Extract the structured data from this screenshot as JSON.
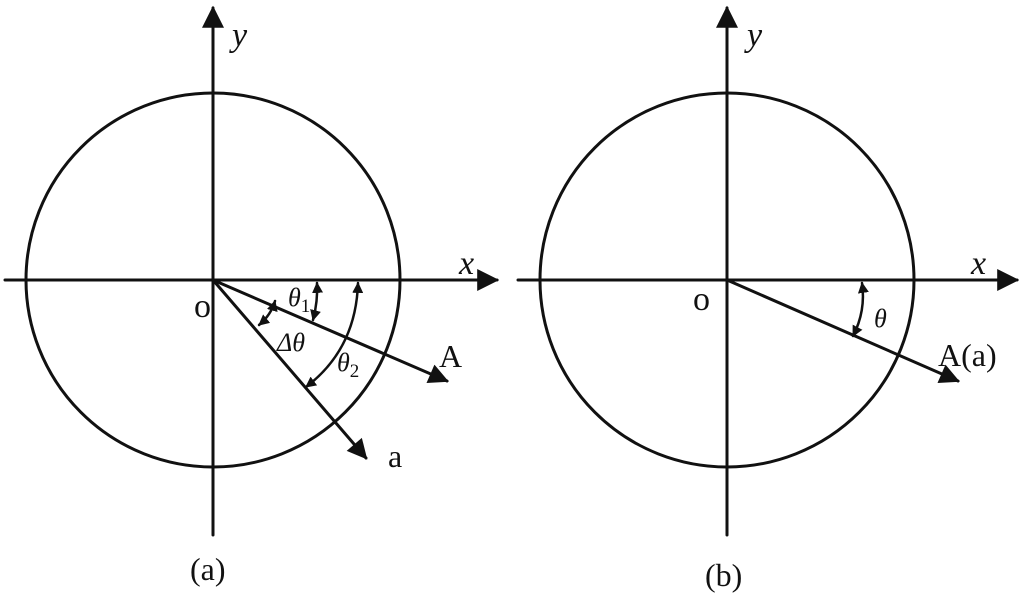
{
  "colors": {
    "ink": "#111111",
    "background": "#ffffff"
  },
  "panels": [
    {
      "id": "a",
      "caption": "(a)",
      "y_label": "y",
      "x_label": "x",
      "origin_label": "o",
      "vector_A_label": "A",
      "vector_a_label": "a",
      "theta1_base": "θ",
      "theta1_sub": "1",
      "theta2_base": "θ",
      "theta2_sub": "2",
      "delta_theta_label": "Δθ"
    },
    {
      "id": "b",
      "caption": "(b)",
      "y_label": "y",
      "x_label": "x",
      "origin_label": "o",
      "vector_label": "A(a)",
      "theta_label": "θ"
    }
  ]
}
